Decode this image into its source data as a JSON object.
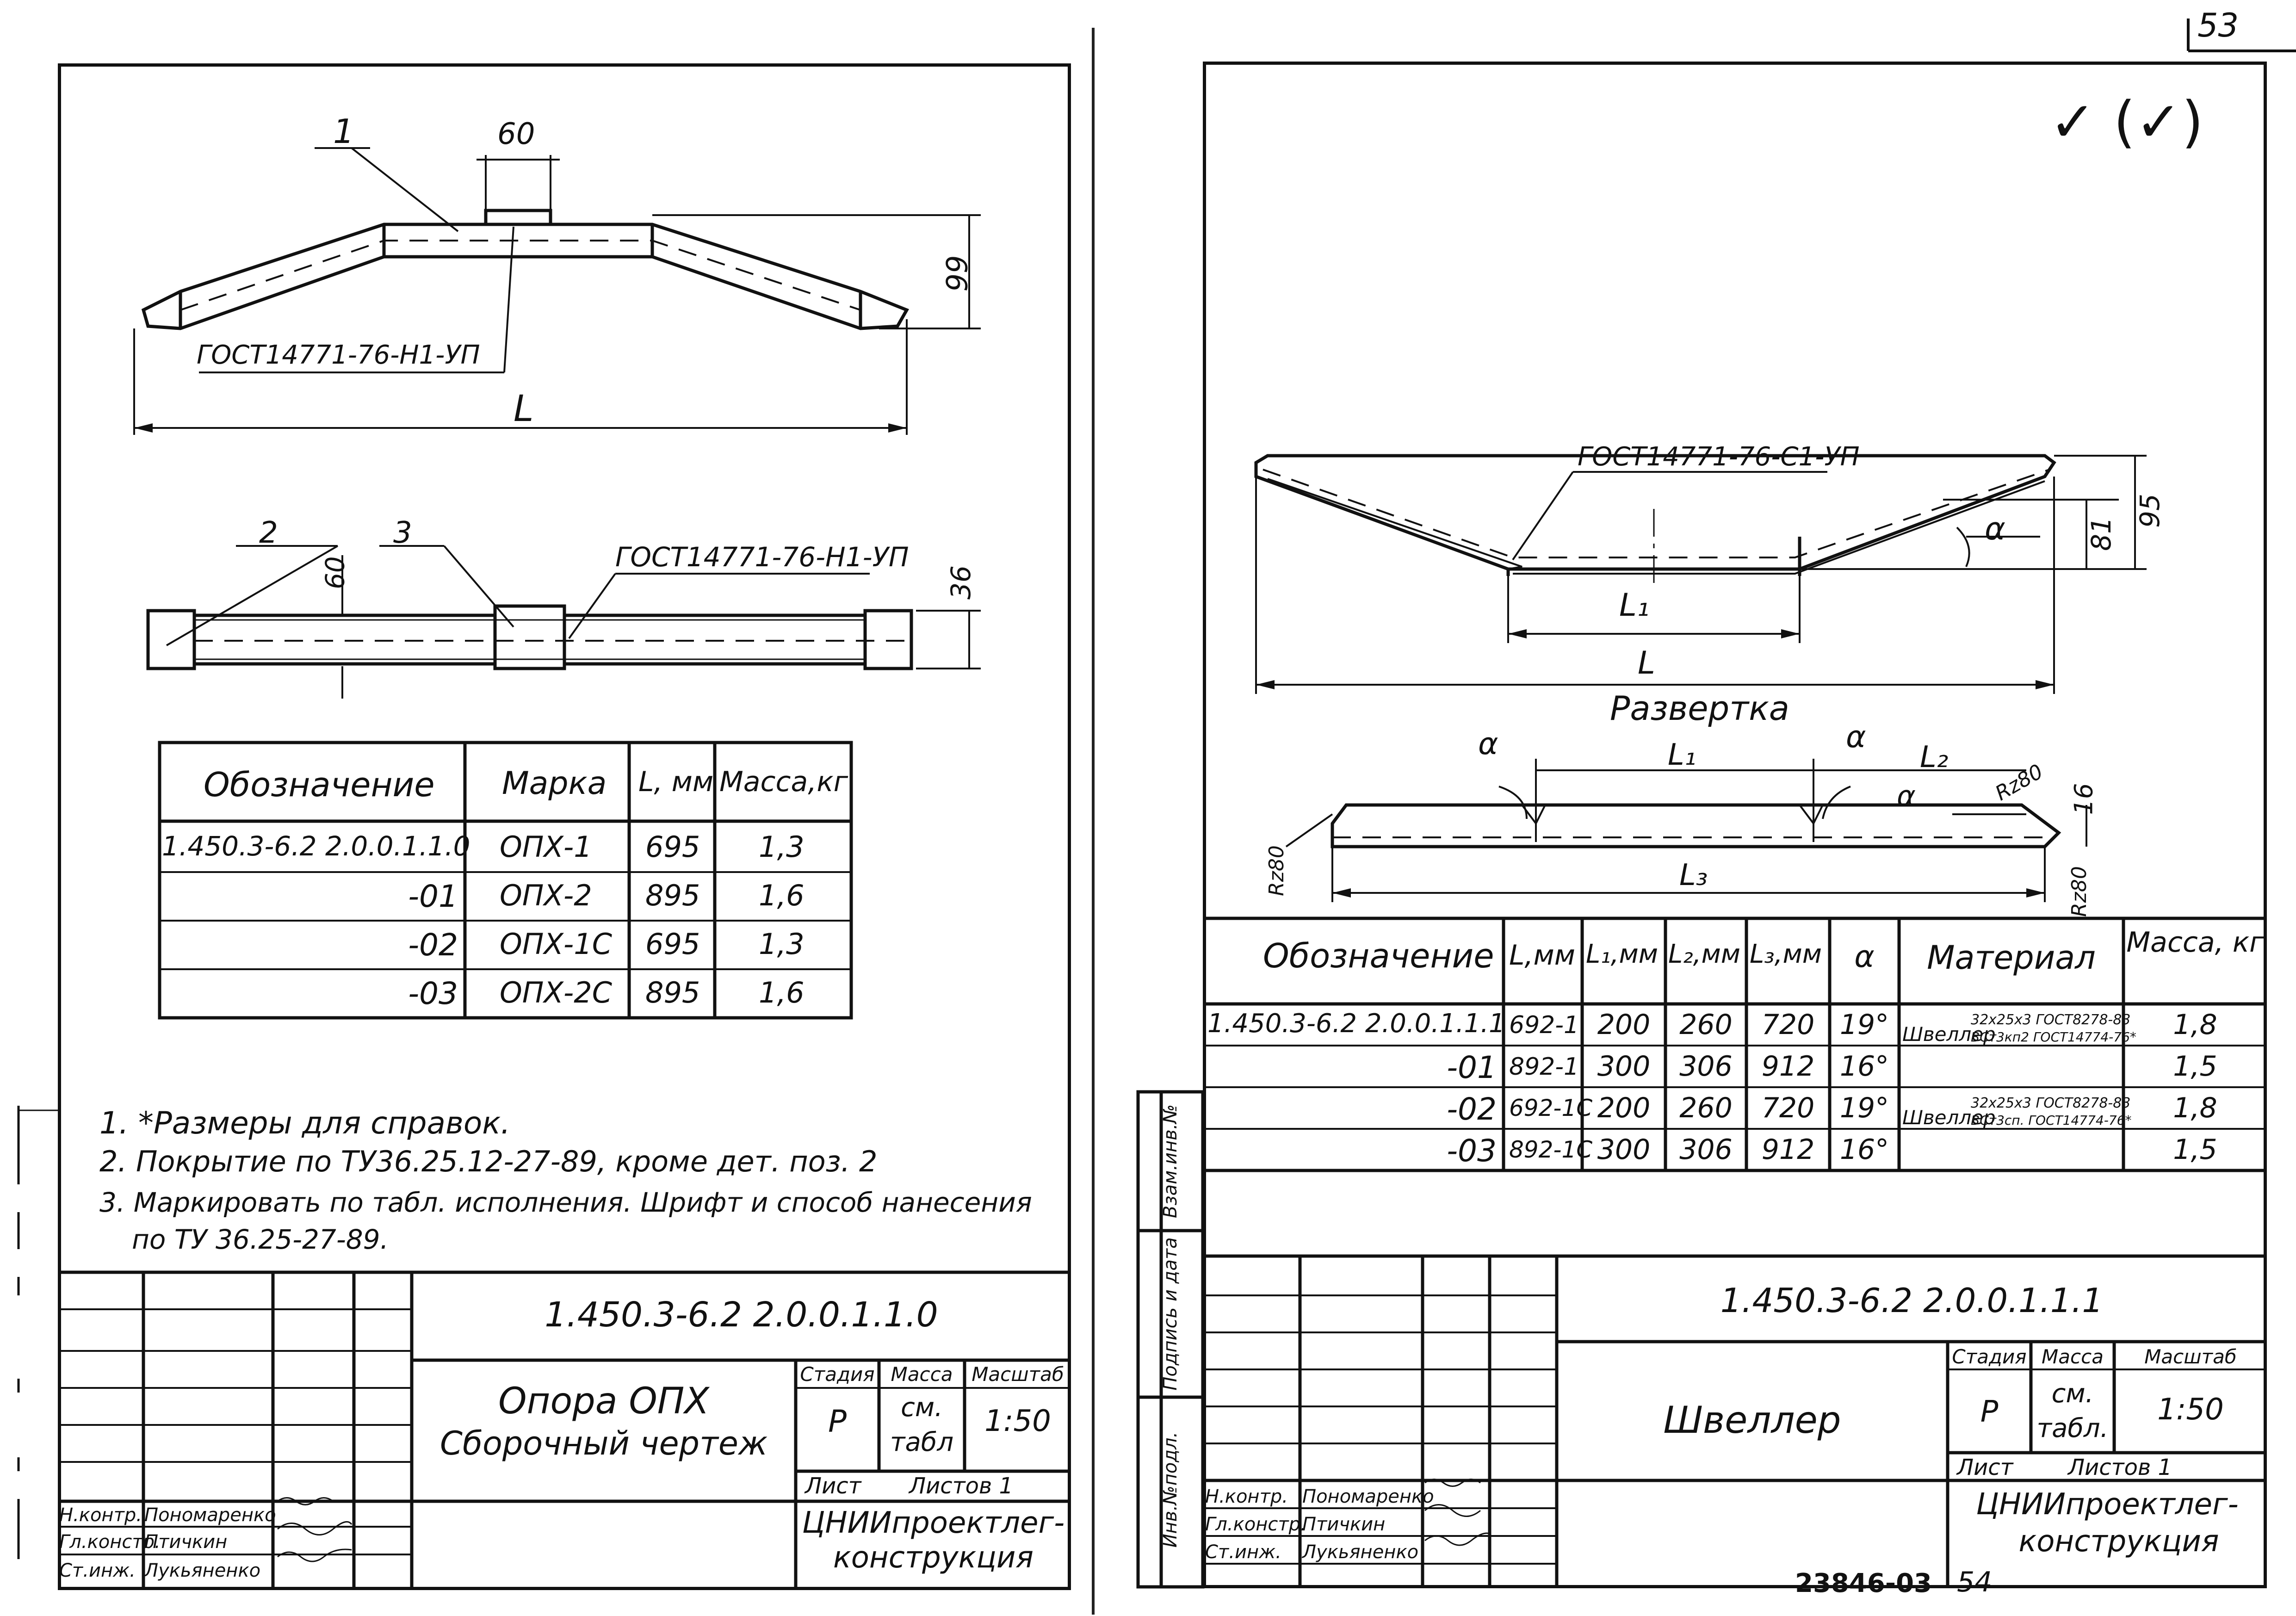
{
  "top_right_fragment": "53",
  "left_sheet": {
    "drawing": {
      "part_number": "1",
      "part_2": "2",
      "part_3": "3",
      "dim_60_top": "60",
      "dim_99": "99",
      "dim_L": "L",
      "dim_60_side": "60",
      "dim_36": "36",
      "weld_top": "ГОСТ14771-76-Н1-УП",
      "weld_plan": "ГОСТ14771-76-Н1-УП"
    },
    "table": {
      "headers": [
        "Обозначение",
        "Марка",
        "L, мм",
        "Масса,кг"
      ],
      "rows": [
        [
          "1.450.3-6.2 2.0.0.1.1.0",
          "ОПХ-1",
          "695",
          "1,3"
        ],
        [
          "-01",
          "ОПХ-2",
          "895",
          "1,6"
        ],
        [
          "-02",
          "ОПХ-1С",
          "695",
          "1,3"
        ],
        [
          "-03",
          "ОПХ-2С",
          "895",
          "1,6"
        ]
      ]
    },
    "notes": [
      "1. *Размеры для справок.",
      "2. Покрытие по ТУ36.25.12-27-89, кроме дет. поз. 2",
      "3. Маркировать по табл. исполнения. Шрифт и способ нанесения",
      "по ТУ 36.25-27-89."
    ],
    "title_block": {
      "doc_number": "1.450.3-6.2 2.0.0.1.1.0",
      "name_line1": "Опора ОПХ",
      "name_line2": "Сборочный чертеж",
      "stage_label": "Стадия",
      "mass_label": "Масса",
      "scale_label": "Масштаб",
      "stage_value": "Р",
      "mass_value_1": "см.",
      "mass_value_2": "табл",
      "scale_value": "1:50",
      "sheet_label": "Лист",
      "sheets_label": "Листов 1",
      "org_line1": "ЦНИИпроектлег-",
      "org_line2": "конструкция",
      "signers": [
        {
          "role": "Н.контр.",
          "name": "Пономаренко"
        },
        {
          "role": "Гл.констр.",
          "name": "Птичкин"
        },
        {
          "role": "Ст.инж.",
          "name": "Лукьяненко"
        }
      ]
    }
  },
  "right_sheet": {
    "roughness_mark": "✓ (✓)",
    "drawing": {
      "weld": "ГОСТ14771-76-С1-УП",
      "dim_L1": "L₁",
      "dim_L": "L",
      "dim_81": "81",
      "dim_95": "95",
      "alpha": "α",
      "unfold_title": "Развертка",
      "dev_L1": "L₁",
      "dev_L2": "L₂",
      "dev_L3": "L₃",
      "rz80_a": "Rz80",
      "rz80_b": "Rz80",
      "rz80_c": "Rz80",
      "dim_16": "16"
    },
    "side_labels": [
      "Инв.№подл.",
      "Подпись и дата",
      "Взам.инв.№"
    ],
    "table": {
      "headers": [
        "Обозначение",
        "L,мм",
        "L₁,мм",
        "L₂,мм",
        "L₃,мм",
        "α",
        "Материал",
        "Масса, кг"
      ],
      "rows": [
        [
          "1.450.3-6.2 2.0.0.1.1.1",
          "692-1",
          "200",
          "260",
          "720",
          "19°",
          "Швеллер",
          "1,8"
        ],
        [
          "-01",
          "892-1",
          "300",
          "306",
          "912",
          "16°",
          "",
          "1,5"
        ],
        [
          "-02",
          "692-1С",
          "200",
          "260",
          "720",
          "19°",
          "Швеллер",
          "1,8"
        ],
        [
          "-03",
          "892-1С",
          "300",
          "306",
          "912",
          "16°",
          "",
          "1,5"
        ]
      ],
      "material_1_top": "32x25x3 ГОСТ8278-83",
      "material_1_bottom": "ВСт3кп2 ГОСТ14774-76*",
      "material_2_top": "32x25x3 ГОСТ8278-83",
      "material_2_bottom": "ВСт3сп. ГОСТ14774-76*"
    },
    "title_block": {
      "doc_number": "1.450.3-6.2 2.0.0.1.1.1",
      "name": "Швеллер",
      "stage_label": "Стадия",
      "mass_label": "Масса",
      "scale_label": "Масштаб",
      "stage_value": "Р",
      "mass_value_1": "см.",
      "mass_value_2": "табл.",
      "scale_value": "1:50",
      "sheet_label": "Лист",
      "sheets_label": "Листов 1",
      "org_line1": "ЦНИИпроектлег-",
      "org_line2": "конструкция",
      "signers": [
        {
          "role": "Н.контр.",
          "name": "Пономаренко"
        },
        {
          "role": "Гл.констр.",
          "name": "Птичкин"
        },
        {
          "role": "Ст.инж.",
          "name": "Лукьяненко"
        }
      ]
    },
    "footer_code": "23846-03",
    "page_number": "54"
  }
}
